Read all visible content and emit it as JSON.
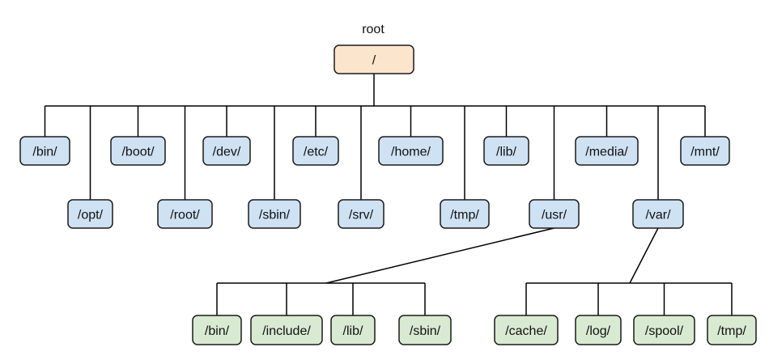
{
  "colors": {
    "root_fill": "#fce5cd",
    "level1_fill": "#cfe2f3",
    "level2_fill": "#d9ead3",
    "edge": "#000000",
    "border": "#1a1a1a"
  },
  "root": {
    "caption": "root",
    "label": "/"
  },
  "level1": [
    {
      "id": "bin",
      "label": "/bin/"
    },
    {
      "id": "opt",
      "label": "/opt/"
    },
    {
      "id": "boot",
      "label": "/boot/"
    },
    {
      "id": "root",
      "label": "/root/"
    },
    {
      "id": "dev",
      "label": "/dev/"
    },
    {
      "id": "sbin",
      "label": "/sbin/"
    },
    {
      "id": "etc",
      "label": "/etc/"
    },
    {
      "id": "srv",
      "label": "/srv/"
    },
    {
      "id": "home",
      "label": "/home/"
    },
    {
      "id": "tmp",
      "label": "/tmp/"
    },
    {
      "id": "lib",
      "label": "/lib/"
    },
    {
      "id": "usr",
      "label": "/usr/"
    },
    {
      "id": "media",
      "label": "/media/"
    },
    {
      "id": "var",
      "label": "/var/"
    },
    {
      "id": "mnt",
      "label": "/mnt/"
    }
  ],
  "usr_children": [
    {
      "id": "usr-bin",
      "label": "/bin/"
    },
    {
      "id": "usr-include",
      "label": "/include/"
    },
    {
      "id": "usr-lib",
      "label": "/lib/"
    },
    {
      "id": "usr-sbin",
      "label": "/sbin/"
    }
  ],
  "var_children": [
    {
      "id": "var-cache",
      "label": "/cache/"
    },
    {
      "id": "var-log",
      "label": "/log/"
    },
    {
      "id": "var-spool",
      "label": "/spool/"
    },
    {
      "id": "var-tmp",
      "label": "/tmp/"
    }
  ]
}
